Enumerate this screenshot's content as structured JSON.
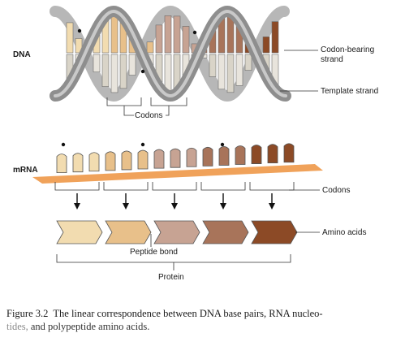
{
  "labels": {
    "dna": "DNA",
    "codon_bearing_strand": [
      "Codon-bearing",
      "strand"
    ],
    "template_strand": "Template strand",
    "codons_top": "Codons",
    "mrna": "mRNA",
    "codons_right": "Codons",
    "amino_acids": "Amino acids",
    "peptide_bond": "Peptide bond",
    "protein": "Protein"
  },
  "caption": {
    "figure_number": "Figure 3.2",
    "line1": "The linear correspondence between DNA base pairs, RNA nucleo-",
    "line2_faded": "tides,",
    "line2": " and polypeptide amino acids."
  },
  "colors": {
    "codon_1": "#f2dcb0",
    "codon_2": "#e8c08a",
    "codon_3": "#c7a393",
    "codon_4": "#a8745a",
    "codon_5": "#8c4a26",
    "mrna_strip": "#f0a25a",
    "helix_strand": "#9a9a9a",
    "helix_dark": "#5a5a5a"
  }
}
